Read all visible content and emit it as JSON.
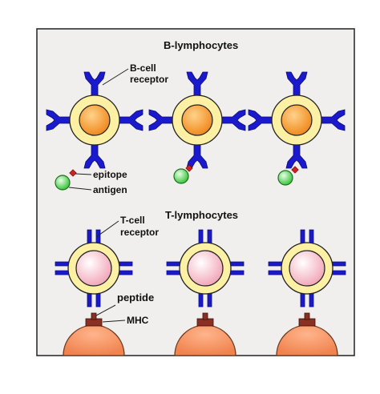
{
  "b_section": {
    "title": "B-lymphocytes",
    "receptor_label_line1": "B-cell",
    "receptor_label_line2": "receptor",
    "epitope_label": "epitope",
    "antigen_label": "antigen"
  },
  "t_section": {
    "title": "T-lymphocytes",
    "receptor_label_line1": "T-cell",
    "receptor_label_line2": "receptor",
    "peptide_label": "peptide",
    "mhc_label": "MHC"
  },
  "colors": {
    "panel_bg": "#f0efee",
    "panel_border": "#222222",
    "receptor_blue": "#1a1acc",
    "b_cell_body": "#fbf0a3",
    "b_cell_nucleus": "#f5a233",
    "t_cell_body": "#fbf0a3",
    "t_cell_nucleus": "#f7c0cc",
    "antigen_green": "#6ed66e",
    "epitope_red": "#cc2222",
    "apc_orange": "#f79a6a",
    "mhc_brown": "#8b2f22"
  }
}
